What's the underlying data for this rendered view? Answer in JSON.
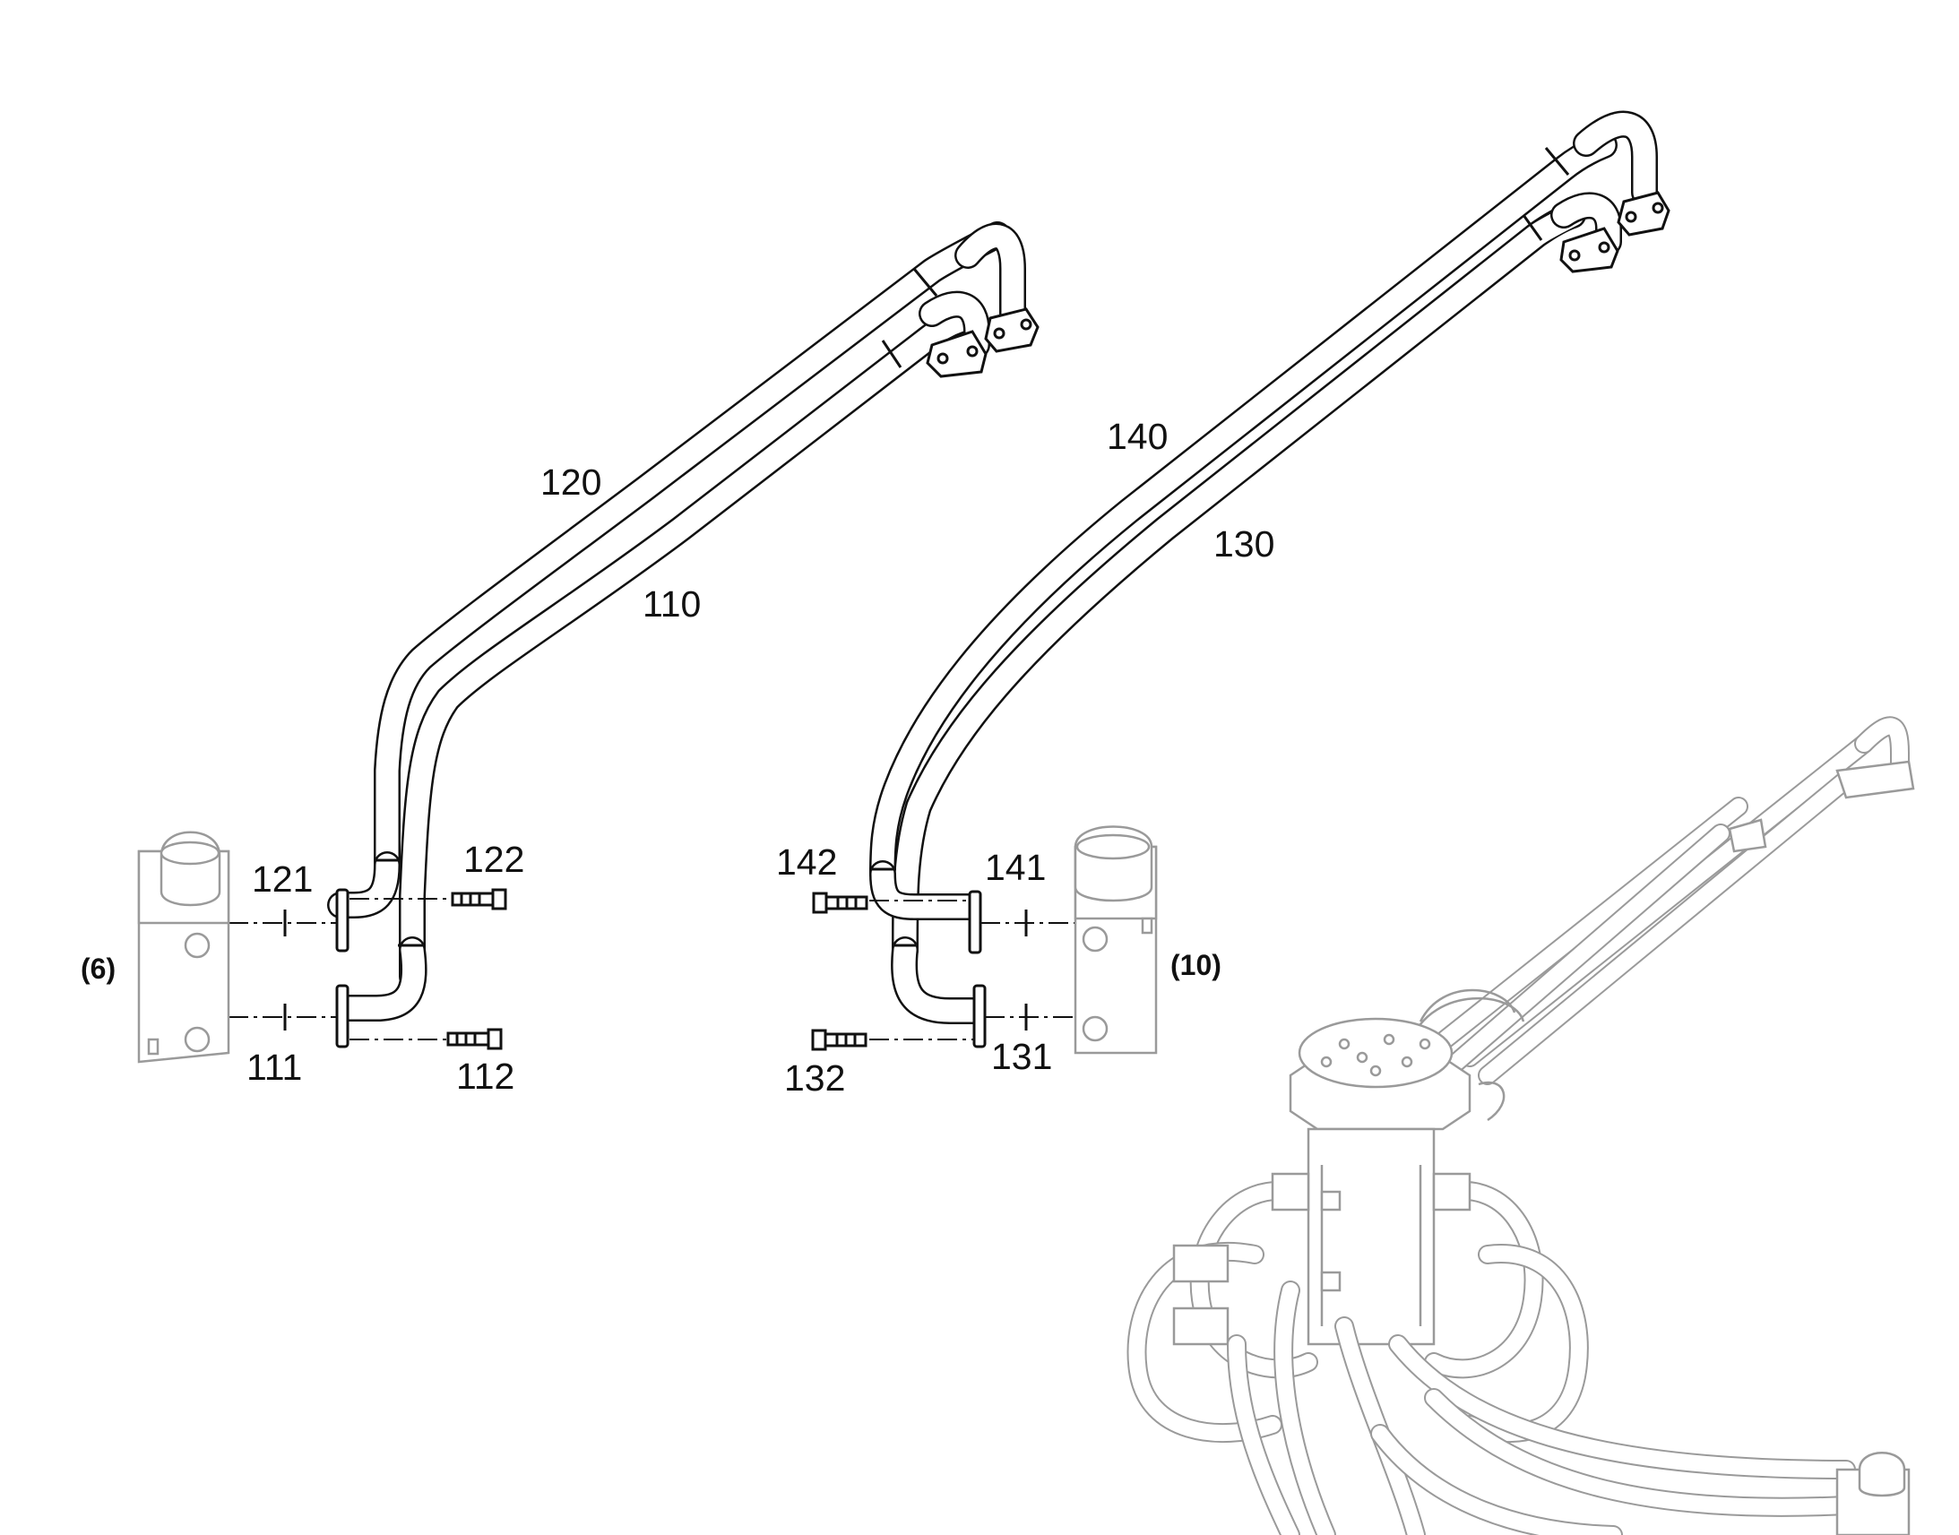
{
  "labels": {
    "hose_110": "110",
    "hose_120": "120",
    "hose_130": "130",
    "hose_140": "140",
    "oring_111": "111",
    "screw_112": "112",
    "oring_121": "121",
    "screw_122": "122",
    "oring_131": "131",
    "screw_132": "132",
    "oring_141": "141",
    "screw_142": "142",
    "ref_6": "(6)",
    "ref_10": "(10)"
  }
}
